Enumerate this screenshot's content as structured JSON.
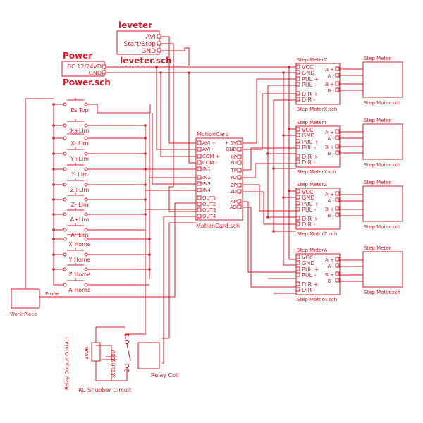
{
  "colors": {
    "ink": "#d21f2b",
    "paper": "#ffffff"
  },
  "leveter": {
    "title": "leveter",
    "pins": [
      "AVI",
      "Start/Stop",
      "GND"
    ],
    "file": "leveter.sch"
  },
  "power": {
    "title": "Power",
    "pins": [
      "DC 12/24VD",
      "GND"
    ],
    "file": "Power.sch"
  },
  "motion_card": {
    "title": "MotionCard",
    "file": "MotionCard.sch",
    "left_pins": [
      "AVI +",
      "AVI -",
      "COM +",
      "COM -",
      "IN1",
      "IN2",
      "IN3",
      "IN4",
      "OUT1",
      "OUT2",
      "OUT3",
      "OUT4"
    ],
    "right_pins": [
      "+ 5V",
      "GND",
      "XP",
      "XD",
      "TP",
      "YD",
      "ZP",
      "ZD",
      "AP",
      "AD"
    ]
  },
  "switches": [
    "Es Top",
    "X+Llm",
    "X- Llm",
    "Y+Llm",
    "Y- Llm",
    "Z+Llm",
    "Z- Llm",
    "A+Llm",
    "A- Llm",
    "X Home",
    "Y Home",
    "Z Home",
    "A Home"
  ],
  "drivers": [
    {
      "title": "Step MeterX",
      "file": "Step MotorX.sch"
    },
    {
      "title": "Step MeterY",
      "file": "Step MeterY.sch"
    },
    {
      "title": "Step MeterZ",
      "file": "Step MotorZ.sch"
    },
    {
      "title": "Step MeterA",
      "file": "Step MotorA.sch"
    }
  ],
  "driver_pins": [
    "VCC",
    "GND",
    "PUL +",
    "PUL -",
    "DIR +",
    "DIR -"
  ],
  "driver_out_pins": [
    "A +",
    "A -",
    "B +",
    "B -"
  ],
  "motor": {
    "title": "Step Meter",
    "file": "Step Motor.sch"
  },
  "misc": {
    "probe": "Probe",
    "work_piece": "Work Piece",
    "relay_output_contact": "Relay Output Contact",
    "resistor": "100R",
    "capacitor": "0.1uf/600V",
    "relay_pin_1": "1",
    "relay_pin_2": "2",
    "snubber": "RC Snubber Circuit",
    "relay_coil": "Relay Coil"
  }
}
